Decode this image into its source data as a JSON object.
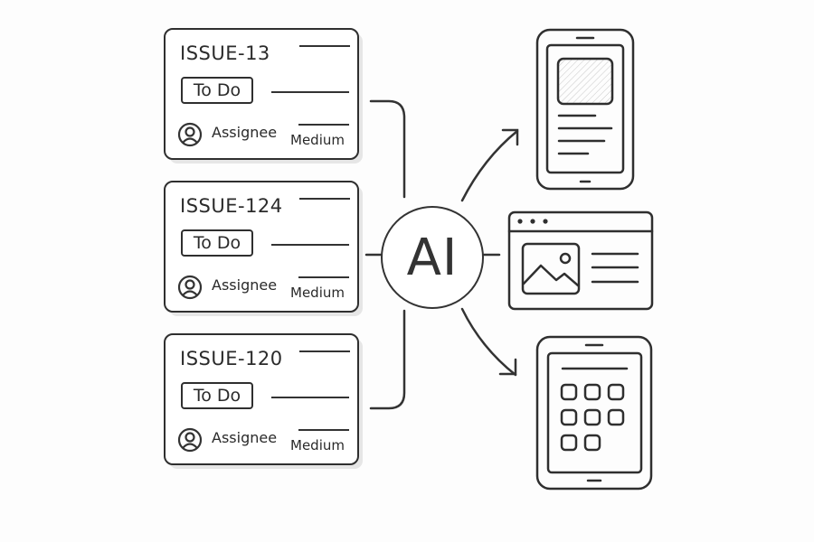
{
  "diagram": {
    "center_label": "AI",
    "issues": [
      {
        "id": "ISSUE-13",
        "status": "To Do",
        "assignee": "Assignee",
        "priority": "Medium"
      },
      {
        "id": "ISSUE-124",
        "status": "To Do",
        "assignee": "Assignee",
        "priority": "Medium"
      },
      {
        "id": "ISSUE-120",
        "status": "To Do",
        "assignee": "Assignee",
        "priority": "Medium"
      }
    ],
    "outputs": [
      {
        "type": "mobile-phone",
        "icon": "phone-icon"
      },
      {
        "type": "browser-window",
        "icon": "browser-icon"
      },
      {
        "type": "tablet",
        "icon": "tablet-icon"
      }
    ],
    "colors": {
      "stroke": "#2f2f2f",
      "background": "#fdfdfd"
    }
  }
}
